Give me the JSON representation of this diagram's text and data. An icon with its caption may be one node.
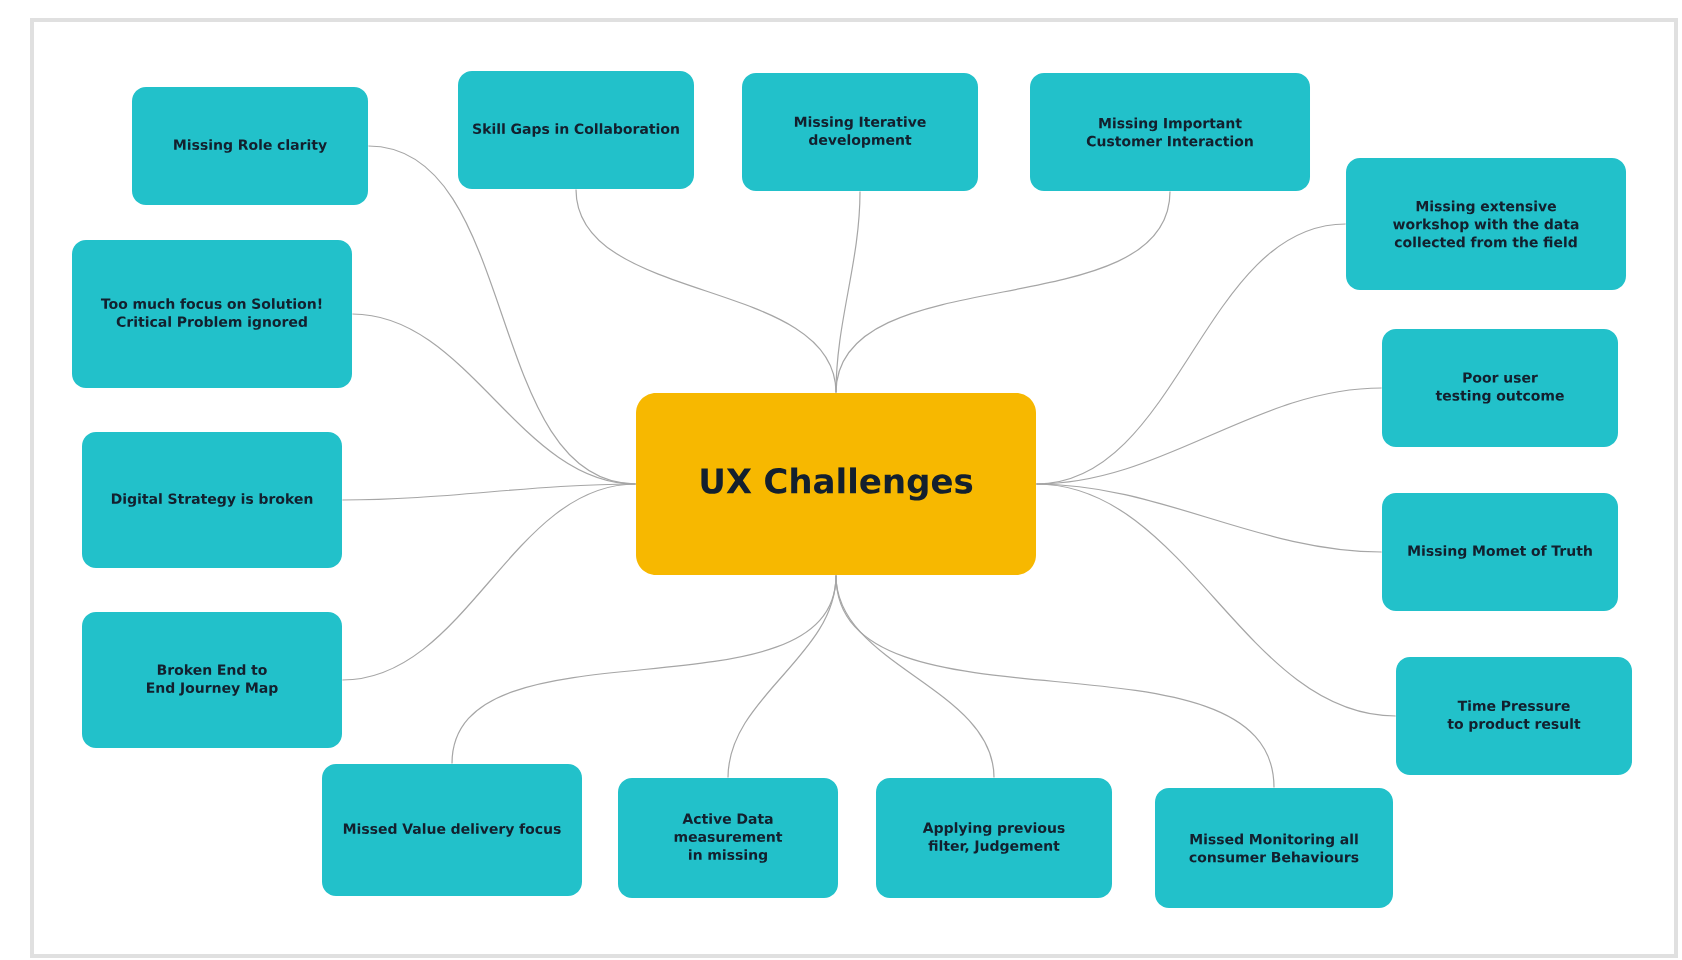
{
  "diagram": {
    "nodes": [
      {
        "text": [
          "UX Challenges"
        ]
      },
      {
        "text": [
          "Missing Role clarity"
        ]
      },
      {
        "text": [
          "Too much focus on Solution! Critical Problem ignored"
        ]
      },
      {
        "text": [
          "Digital Strategy is broken"
        ]
      },
      {
        "text": [
          "Broken End to End Journey Map"
        ]
      },
      {
        "text": [
          "Skill Gaps in Collaboration"
        ]
      },
      {
        "text": [
          "Missing Iterative development"
        ]
      },
      {
        "text": [
          "Missing Important Customer Interaction"
        ]
      },
      {
        "text": [
          "Missing extensive workshop with the data collected from the field"
        ]
      },
      {
        "text": [
          "Poor user testing outcome"
        ]
      },
      {
        "text": [
          "Missing Momet of Truth"
        ]
      },
      {
        "text": [
          "Time Pressure to product result"
        ]
      },
      {
        "text": [
          "Missed Value delivery focus"
        ]
      },
      {
        "text": [
          "Active Data measurement in missing"
        ]
      },
      {
        "text": [
          "Applying previous filter, Judgement"
        ]
      },
      {
        "text": [
          "Missed Monitoring all consumer Behaviours"
        ]
      }
    ],
    "edges": [
      {
        "from": 0,
        "to": 1,
        "arrow": "none"
      },
      {
        "from": 0,
        "to": 2,
        "arrow": "none"
      },
      {
        "from": 0,
        "to": 3,
        "arrow": "none"
      },
      {
        "from": 0,
        "to": 4,
        "arrow": "none"
      },
      {
        "from": 0,
        "to": 5,
        "arrow": "none"
      },
      {
        "from": 0,
        "to": 6,
        "arrow": "none"
      },
      {
        "from": 0,
        "to": 7,
        "arrow": "none"
      },
      {
        "from": 0,
        "to": 8,
        "arrow": "none"
      },
      {
        "from": 0,
        "to": 9,
        "arrow": "none"
      },
      {
        "from": 0,
        "to": 10,
        "arrow": "none"
      },
      {
        "from": 0,
        "to": 11,
        "arrow": "none"
      },
      {
        "from": 0,
        "to": 12,
        "arrow": "none"
      },
      {
        "from": 0,
        "to": 13,
        "arrow": "none"
      },
      {
        "from": 0,
        "to": 14,
        "arrow": "none"
      },
      {
        "from": 0,
        "to": 15,
        "arrow": "none"
      }
    ]
  }
}
